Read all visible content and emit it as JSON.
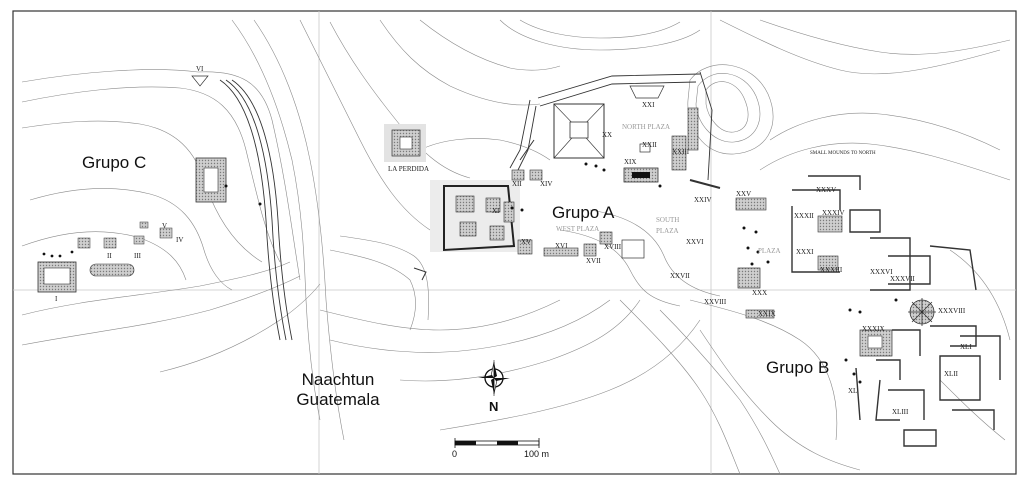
{
  "labels": {
    "grupo_c": "Grupo C",
    "grupo_a": "Grupo A",
    "grupo_b": "Grupo B",
    "site_name": "Naachtun",
    "country": "Guatemala",
    "la_perdida": "LA PERDIDA",
    "west_plaza": "WEST PLAZA",
    "north_plaza": "NORTH PLAZA",
    "south_plaza_1": "SOUTH",
    "south_plaza_2": "PLAZA",
    "east_plaza": "PLAZA",
    "small_mounds": "SMALL MOUNDS TO NORTH"
  },
  "north_arrow": {
    "label": "N"
  },
  "scale_bar": {
    "start": "0",
    "end": "100 m"
  },
  "structures": {
    "I": "I",
    "II": "II",
    "III": "III",
    "IV": "IV",
    "V": "V",
    "VI": "VI",
    "XI": "XI",
    "XII": "XII",
    "XIV": "XIV",
    "XV": "XV",
    "XVI": "XVI",
    "XVII": "XVII",
    "XVIII": "XVIII",
    "XIX": "XIX",
    "XX": "XX",
    "XXI": "XXI",
    "XXII": "XXII",
    "XXIII": "XXIII",
    "XXIV": "XXIV",
    "XXV": "XXV",
    "XXVI": "XXVI",
    "XXVII": "XXVII",
    "XXVIII": "XXVIII",
    "XXIX": "XXIX",
    "XXX": "XXX",
    "XXXI": "XXXI",
    "XXXII": "XXXII",
    "XXXIII": "XXXIII",
    "XXXIV": "XXXIV",
    "XXXV": "XXXV",
    "XXXVI": "XXXVI",
    "XXXVII": "XXXVII",
    "XXXVIII": "XXXVIII",
    "XXXIX": "XXXIX",
    "XL": "XL",
    "XLI": "XLI",
    "XLII": "XLII",
    "XLIII": "XLIII"
  },
  "colors": {
    "ink": "#111111",
    "contour": "#8a8a8a",
    "grid": "#c8c8c8",
    "plaza_text": "#999999",
    "hatch": "#9a9a9a"
  }
}
